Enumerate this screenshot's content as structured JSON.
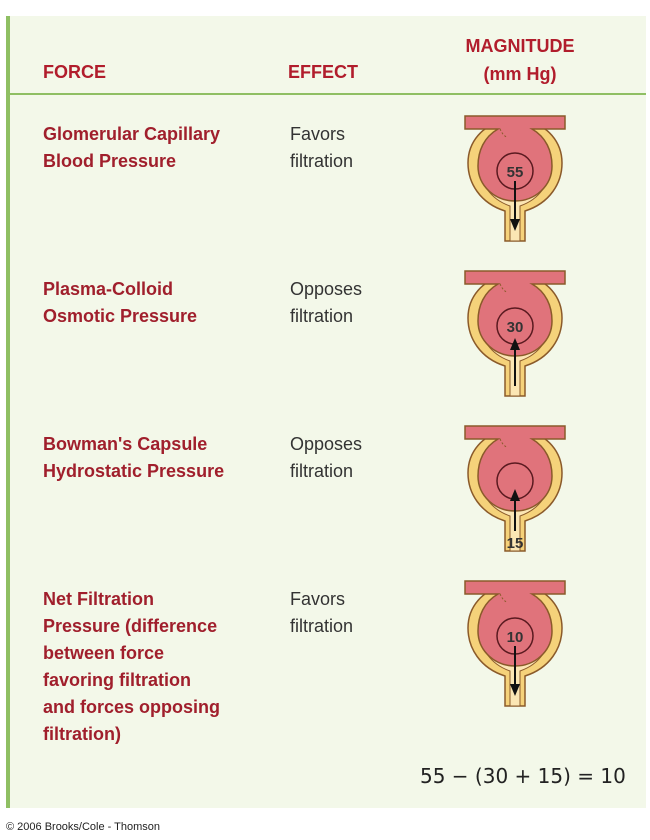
{
  "header": {
    "force_label": "FORCE",
    "effect_label": "EFFECT",
    "magnitude_label_line1": "MAGNITUDE",
    "magnitude_label_line2": "(mm Hg)"
  },
  "rows": [
    {
      "force_lines": [
        "Glomerular Capillary",
        "Blood Pressure"
      ],
      "effect_lines": [
        "Favors",
        "filtration"
      ],
      "magnitude": "55",
      "arrow_direction": "down",
      "label_position": "inside-top"
    },
    {
      "force_lines": [
        "Plasma-Colloid",
        "Osmotic Pressure"
      ],
      "effect_lines": [
        "Opposes",
        "filtration"
      ],
      "magnitude": "30",
      "arrow_direction": "up",
      "label_position": "inside-top"
    },
    {
      "force_lines": [
        "Bowman's Capsule",
        "Hydrostatic Pressure"
      ],
      "effect_lines": [
        "Opposes",
        "filtration"
      ],
      "magnitude": "15",
      "arrow_direction": "up",
      "label_position": "bottom"
    },
    {
      "force_lines": [
        "Net Filtration",
        "Pressure (difference",
        "between force",
        "favoring filtration",
        "and forces opposing",
        "filtration)"
      ],
      "effect_lines": [
        "Favors",
        "filtration"
      ],
      "magnitude": "10",
      "arrow_direction": "down",
      "label_position": "inside-top"
    }
  ],
  "equation": "55 − (30 + 15) = 10",
  "copyright": "© 2006 Brooks/Cole - Thomson",
  "colors": {
    "capillary_red": "#e0737b",
    "capsule_yellow": "#f5d27a",
    "outline": "#8a5a2a",
    "heading_red": "#b11d2c",
    "panel_bg": "#f3f8e9",
    "rule_green": "#8fbf63"
  }
}
